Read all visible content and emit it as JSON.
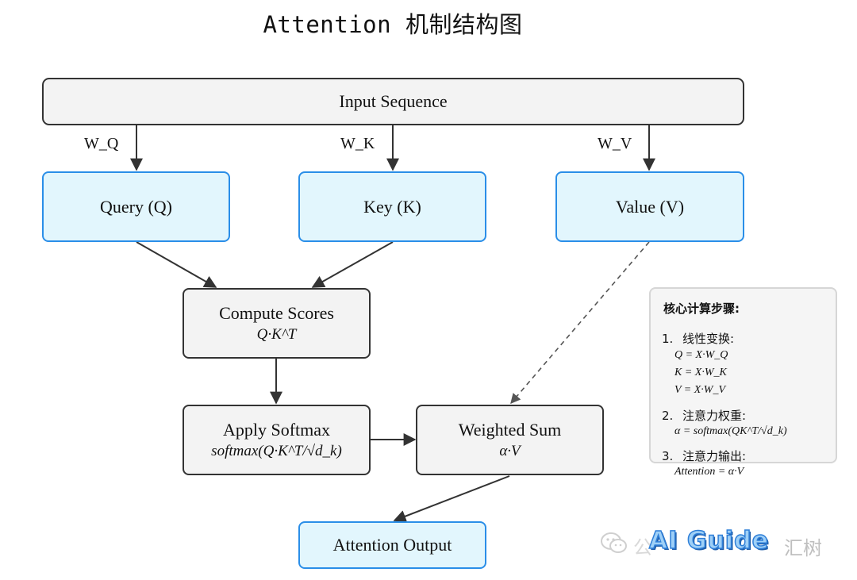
{
  "title": "Attention 机制结构图",
  "nodes": {
    "input": {
      "label": "Input Sequence"
    },
    "query": {
      "label": "Query (Q)"
    },
    "key": {
      "label": "Key (K)"
    },
    "value": {
      "label": "Value (V)"
    },
    "scores": {
      "label": "Compute Scores",
      "formula": "Q·K^T"
    },
    "softmax": {
      "label": "Apply Softmax",
      "formula": "softmax(Q·K^T/√d_k)"
    },
    "weighted": {
      "label": "Weighted Sum",
      "formula": "α·V"
    },
    "output": {
      "label": "Attention Output"
    }
  },
  "edge_labels": {
    "wq": "W_Q",
    "wk": "W_K",
    "wv": "W_V"
  },
  "panel": {
    "title": "核心计算步骤:",
    "steps": [
      {
        "num": "1.",
        "label": "线性变换:",
        "formulas": [
          "Q = X·W_Q",
          "K = X·W_K",
          "V = X·W_V"
        ]
      },
      {
        "num": "2.",
        "label": "注意力权重:",
        "formulas": [
          "α = softmax(QK^T/√d_k)"
        ]
      },
      {
        "num": "3.",
        "label": "注意力输出:",
        "formulas": [
          "Attention = α·V"
        ]
      }
    ]
  },
  "watermark": {
    "brand": "AI Guide",
    "faint": "公",
    "tail": "汇树"
  },
  "colors": {
    "blue_fill": "#e2f6fd",
    "blue_border": "#2a8ee8",
    "gray_fill": "#f3f3f3",
    "gray_border": "#333333",
    "edge": "#333333",
    "dashed_edge": "#666666"
  }
}
